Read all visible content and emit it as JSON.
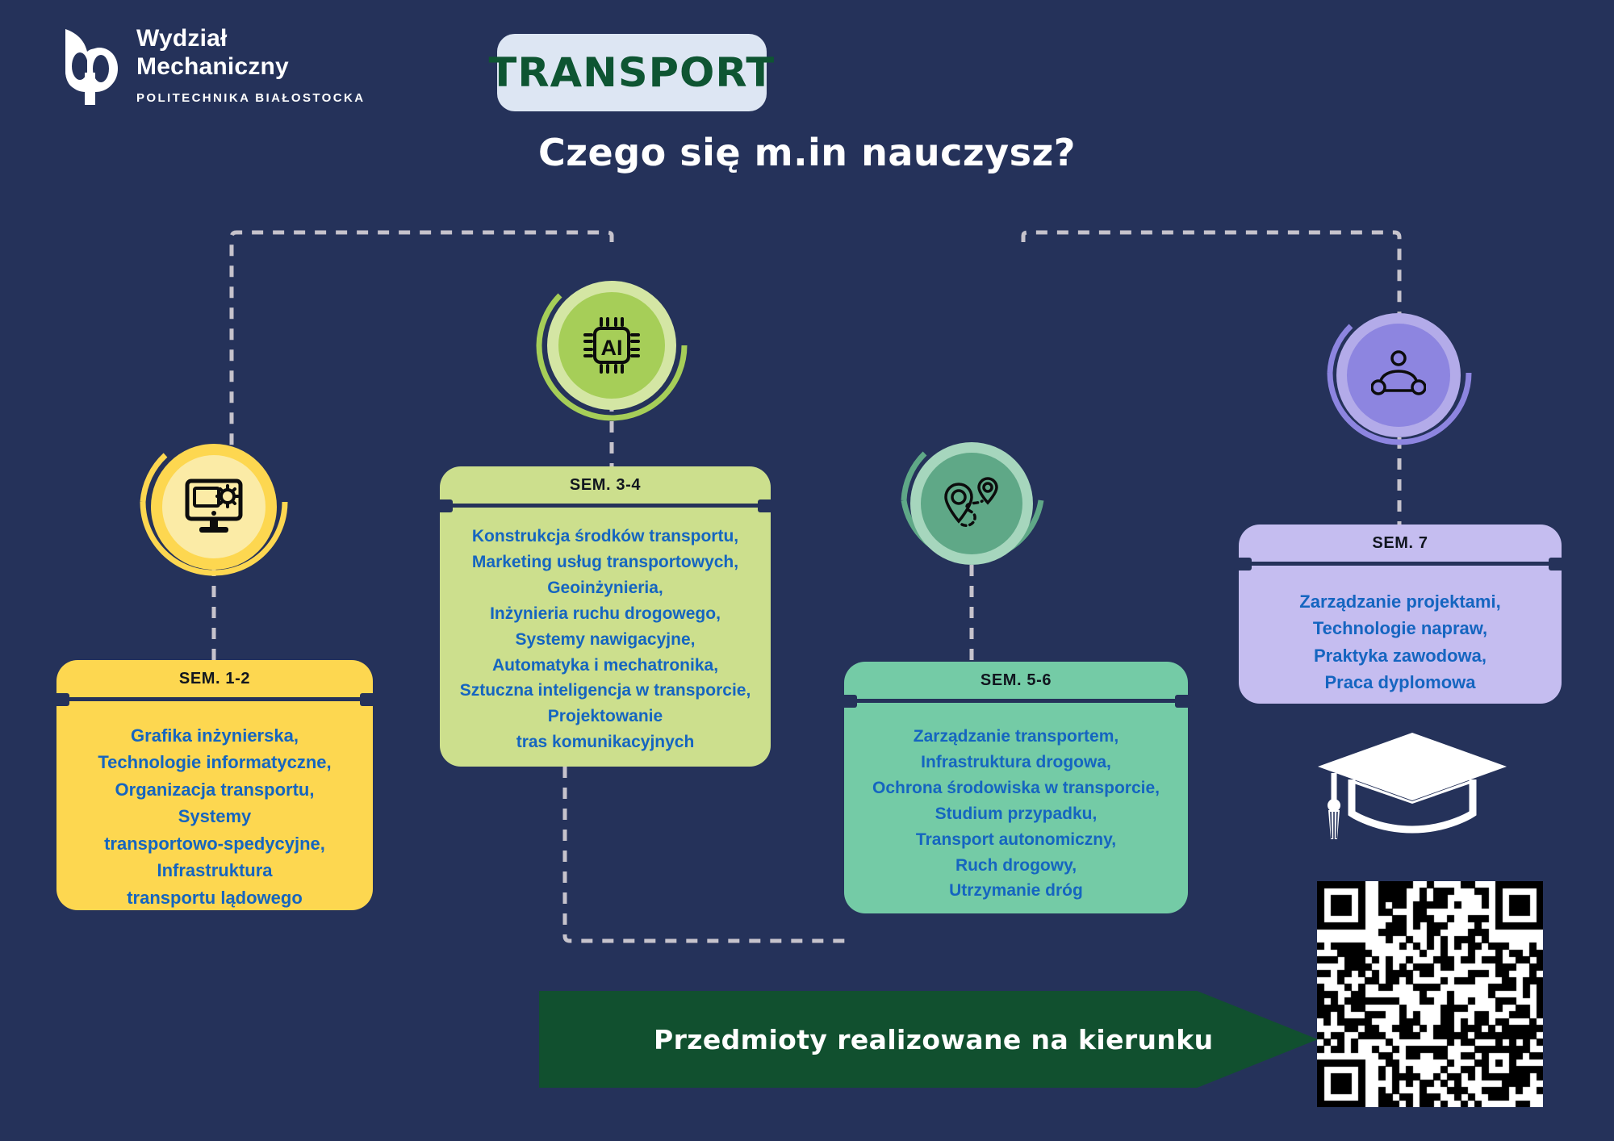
{
  "brand": {
    "logo_icon": "bp-monogram-logo",
    "line1": "Wydział",
    "line2": "Mechaniczny",
    "line3": "POLITECHNIKA BIAŁOSTOCKA"
  },
  "header": {
    "title": "TRANSPORT",
    "subtitle": "Czego się m.in nauczysz?"
  },
  "colors": {
    "background": "#25325a",
    "title_pill_bg": "#dde6f3",
    "title_text": "#0e5532",
    "body_text": "#1565c0",
    "header_text": "#11161f",
    "banner_bg": "#11502f",
    "dash": "#c6c3cc",
    "sem12": "#fdd750",
    "sem12_light": "#fbeba6",
    "sem34": "#ccdf8d",
    "sem34_icon": "#a6ce58",
    "sem34_icon_light": "#d4e6a4",
    "sem56": "#74cba6",
    "sem56_icon": "#5fa887",
    "sem56_icon_light": "#a6d6bd",
    "sem7": "#c5bdf0",
    "sem7_icon": "#8d85e0",
    "sem7_icon_light": "#b3abe9"
  },
  "nodes": [
    {
      "id": "node-sem12",
      "icon": "monitor-gear-icon",
      "label_for": "SEM. 1-2"
    },
    {
      "id": "node-sem34",
      "icon": "ai-chip-icon",
      "label_for": "SEM. 3-4"
    },
    {
      "id": "node-sem56",
      "icon": "route-pins-icon",
      "label_for": "SEM. 5-6"
    },
    {
      "id": "node-sem7",
      "icon": "network-nodes-icon",
      "label_for": "SEM. 7"
    }
  ],
  "cards": [
    {
      "id": "card-sem12",
      "header": "SEM. 1-2",
      "lines": [
        "Grafika inżynierska,",
        "Technologie informatyczne,",
        "Organizacja transportu,",
        "Systemy",
        "transportowo-spedycyjne,",
        "Infrastruktura",
        "transportu lądowego"
      ]
    },
    {
      "id": "card-sem34",
      "header": "SEM. 3-4",
      "lines": [
        "Konstrukcja środków transportu,",
        "Marketing usług transportowych,",
        "Geoinżynieria,",
        "Inżynieria ruchu drogowego,",
        "Systemy nawigacyjne,",
        "Automatyka i mechatronika,",
        "Sztuczna inteligencja w transporcie,",
        "Projektowanie",
        "tras komunikacyjnych"
      ]
    },
    {
      "id": "card-sem56",
      "header": "SEM. 5-6",
      "lines": [
        "Zarządzanie transportem,",
        "Infrastruktura drogowa,",
        "Ochrona środowiska w transporcie,",
        "Studium przypadku,",
        "Transport autonomiczny,",
        "Ruch drogowy,",
        "Utrzymanie dróg"
      ]
    },
    {
      "id": "card-sem7",
      "header": "SEM. 7",
      "lines": [
        "Zarządzanie projektami,",
        "Technologie napraw,",
        "Praktyka zawodowa,",
        "Praca dyplomowa"
      ]
    }
  ],
  "banner": {
    "text": "Przedmioty realizowane na kierunku",
    "icon": "arrow-right-banner"
  },
  "decor": {
    "cap_icon": "graduation-cap-icon",
    "qr_icon": "qr-code"
  }
}
